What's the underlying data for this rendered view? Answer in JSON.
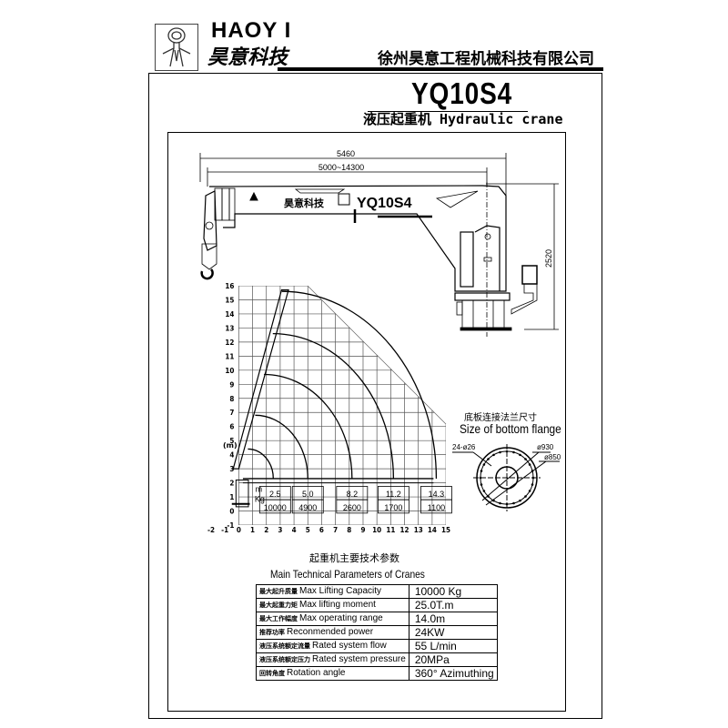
{
  "header": {
    "brand_en": "HAOY I",
    "brand_cn": "昊意科技",
    "company": "徐州昊意工程机械科技有限公司",
    "logo_icon": "stick-figure-logo-icon"
  },
  "title": {
    "model": "YQ10S4",
    "subtitle": "液压起重机 Hydraulic crane"
  },
  "crane_drawing": {
    "dim_overall_length": "5460",
    "dim_boom_range": "5000~14300",
    "dim_height": "2520",
    "boom_label_model": "YQ10S4",
    "boom_label_brand": "昊意科技"
  },
  "chart_data": {
    "type": "line",
    "title": "Load chart",
    "xlabel": "",
    "ylabel": "(m)",
    "xlim": [
      -2,
      15
    ],
    "ylim": [
      -1,
      16
    ],
    "x_ticks": [
      "-2",
      "-1",
      "0",
      "1",
      "2",
      "3",
      "4",
      "5",
      "6",
      "7",
      "8",
      "9",
      "10",
      "11",
      "12",
      "13",
      "14",
      "15"
    ],
    "y_ticks": [
      "-1",
      "0",
      "1",
      "2",
      "3",
      "4",
      "5",
      "6",
      "7",
      "8",
      "9",
      "10",
      "11",
      "12",
      "13",
      "14",
      "15",
      "16"
    ],
    "grid": true,
    "row_labels": {
      "radius": "m",
      "load": "Kg"
    },
    "categories": [
      "2.5",
      "5.0",
      "8.2",
      "11.2",
      "14.3"
    ],
    "series": [
      {
        "name": "Radius (m)",
        "values": [
          2.5,
          5.0,
          8.2,
          11.2,
          14.3
        ]
      },
      {
        "name": "Load (Kg)",
        "values": [
          10000,
          4900,
          2600,
          1700,
          1100
        ]
      }
    ],
    "radius_labels": [
      "2.5",
      "5.0",
      "8.2",
      "11.2",
      "14.3"
    ],
    "load_labels": [
      "10000",
      "4900",
      "2600",
      "1700",
      "1100"
    ],
    "boom_tip_heights_m": [
      4.4,
      6.8,
      9.7,
      12.6,
      15.6
    ]
  },
  "flange": {
    "title_cn": "底板连接法兰尺寸",
    "title_en": "Size of bottom flange",
    "bolt_spec": "24-ø26",
    "outer_dia": "ø930",
    "bolt_circle_dia": "ø850"
  },
  "params": {
    "title_cn": "起重机主要技术参数",
    "title_en": "Main Technical Parameters of Cranes",
    "rows": [
      {
        "cn": "最大起升质量",
        "en": "Max Lifting Capacity",
        "value": "10000 Kg"
      },
      {
        "cn": "最大起重力矩",
        "en": "Max lifting moment",
        "value": "25.0T.m"
      },
      {
        "cn": "最大工作幅度",
        "en": "Max operating range",
        "value": "14.0m"
      },
      {
        "cn": "推荐功率",
        "en": "Reconmended power",
        "value": "24KW"
      },
      {
        "cn": "液压系统额定流量",
        "en": "Rated system flow",
        "value": "55  L/min"
      },
      {
        "cn": "液压系统额定压力",
        "en": "Rated system pressure",
        "value": "20MPa"
      },
      {
        "cn": "回转角度",
        "en": "Rotation angle",
        "value": "360° Azimuthing"
      }
    ]
  }
}
